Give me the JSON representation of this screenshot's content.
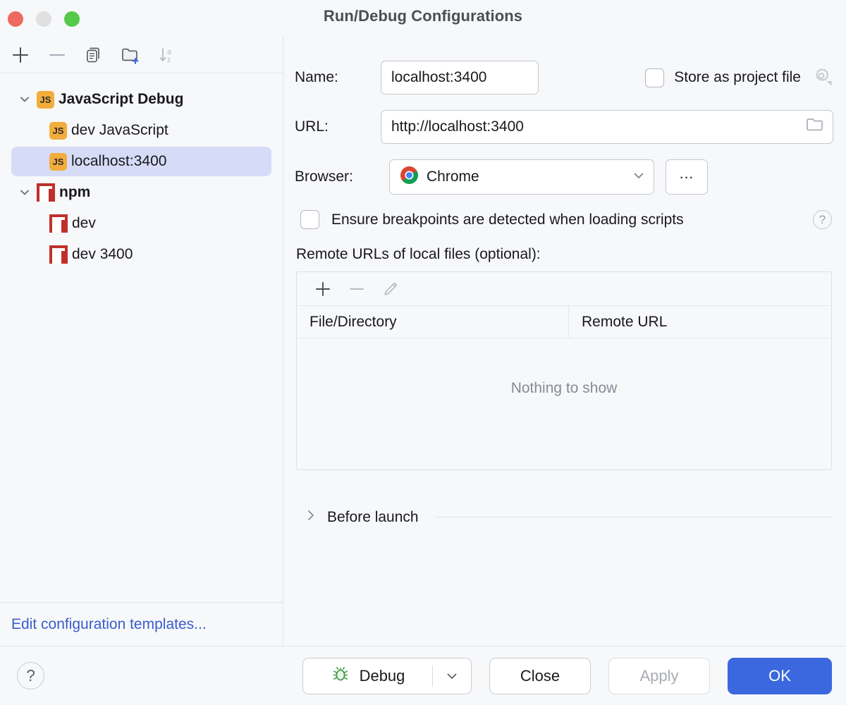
{
  "window": {
    "title": "Run/Debug Configurations",
    "traffic_lights": [
      "close-red",
      "minimize-yellow",
      "maximize-green"
    ]
  },
  "sidebar": {
    "toolbar": [
      {
        "name": "add-configuration-button",
        "icon": "plus-icon"
      },
      {
        "name": "remove-configuration-button",
        "icon": "minus-icon"
      },
      {
        "name": "copy-configuration-button",
        "icon": "copy-icon"
      },
      {
        "name": "new-folder-button",
        "icon": "folder-plus-icon"
      },
      {
        "name": "sort-configurations-button",
        "icon": "sort-az-icon"
      }
    ],
    "tree": [
      {
        "label": "JavaScript Debug",
        "icon": "js-icon",
        "level": 0,
        "expanded": true,
        "selected": false
      },
      {
        "label": "dev JavaScript",
        "icon": "js-icon",
        "level": 1,
        "expanded": null,
        "selected": false
      },
      {
        "label": "localhost:3400",
        "icon": "js-icon",
        "level": 1,
        "expanded": null,
        "selected": true
      },
      {
        "label": "npm",
        "icon": "npm-icon",
        "level": 0,
        "expanded": true,
        "selected": false
      },
      {
        "label": "dev",
        "icon": "npm-icon",
        "level": 1,
        "expanded": null,
        "selected": false
      },
      {
        "label": "dev 3400",
        "icon": "npm-icon",
        "level": 1,
        "expanded": null,
        "selected": false
      }
    ],
    "footer_link": "Edit configuration templates..."
  },
  "form": {
    "name_label": "Name:",
    "name_value": "localhost:3400",
    "store_as_project_file_label": "Store as project file",
    "store_as_project_file_checked": false,
    "url_label": "URL:",
    "url_value": "http://localhost:3400",
    "browser_label": "Browser:",
    "browser_value": "Chrome",
    "browser_more_label": "...",
    "ensure_breakpoints_label": "Ensure breakpoints are detected when loading scripts",
    "ensure_breakpoints_checked": false,
    "help_glyph": "?",
    "remote_urls_label": "Remote URLs of local files (optional):",
    "table": {
      "toolbar": [
        {
          "name": "add-mapping-button",
          "icon": "plus-icon",
          "enabled": true
        },
        {
          "name": "remove-mapping-button",
          "icon": "minus-icon",
          "enabled": false
        },
        {
          "name": "edit-mapping-button",
          "icon": "pencil-icon",
          "enabled": false
        }
      ],
      "columns": [
        "File/Directory",
        "Remote URL"
      ],
      "rows": [],
      "empty_text": "Nothing to show"
    },
    "before_launch_label": "Before launch",
    "before_launch_expanded": false
  },
  "footer": {
    "help_glyph": "?",
    "debug_label": "Debug",
    "close_label": "Close",
    "apply_label": "Apply",
    "apply_enabled": false,
    "ok_label": "OK"
  },
  "colors": {
    "accent": "#3b68de",
    "selection": "#d6dcf7",
    "link": "#3a5ccc",
    "js_badge": "#f2ad3c",
    "npm_badge": "#c0302b",
    "bug_green": "#3f9b46"
  }
}
